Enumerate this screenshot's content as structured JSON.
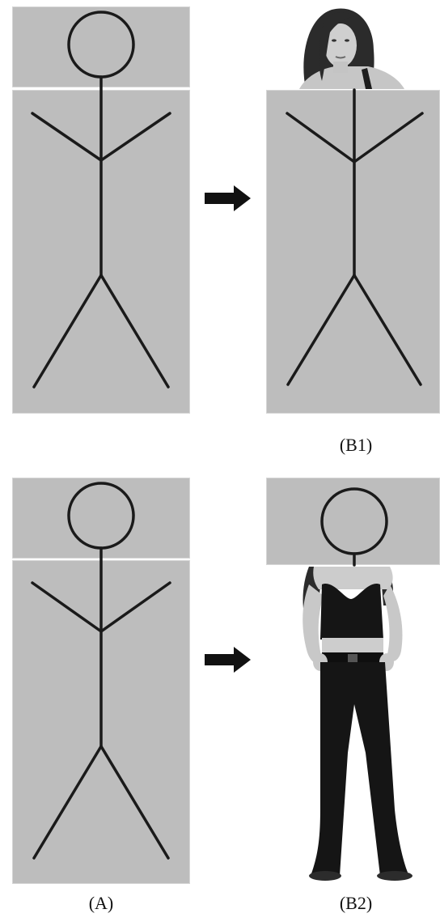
{
  "captions": {
    "a": "(A)",
    "b1": "(B1)",
    "b2": "(B2)"
  },
  "colors": {
    "panel": "#bdbdbd",
    "panel_edge": "#d9d9d9",
    "stroke": "#1a1a1a",
    "arrow": "#111111",
    "clothing": "#151515",
    "skin": "#c9c9c9",
    "hair": "#2b2b2b"
  },
  "icons": {
    "stick_figure": "stick-figure-icon",
    "arrow": "arrow-right-icon",
    "photo_head": "photo-head-icon",
    "photo_body": "photo-body-icon"
  }
}
